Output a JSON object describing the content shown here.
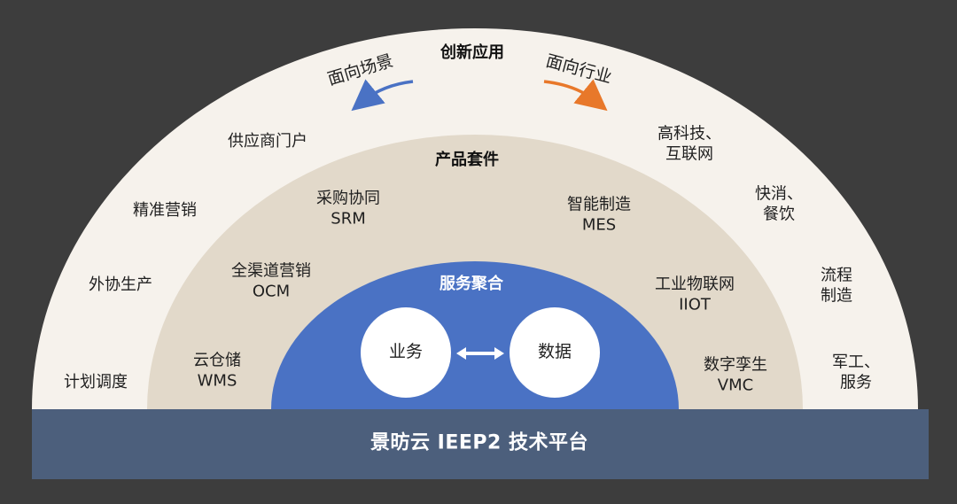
{
  "top": {
    "title": "创新应用",
    "left_arrow_label": "面向场景",
    "right_arrow_label": "面向行业"
  },
  "outer_left": [
    "供应商门户",
    "精准营销",
    "外协生产",
    "计划调度"
  ],
  "outer_right": [
    [
      "高科技、",
      "互联网"
    ],
    [
      "快消、",
      "餐饮"
    ],
    [
      "流程",
      "制造"
    ],
    [
      "军工、",
      "服务"
    ]
  ],
  "middle": {
    "title": "产品套件",
    "items": [
      [
        "采购协同",
        "SRM"
      ],
      [
        "全渠道营销",
        "OCM"
      ],
      [
        "云仓储",
        "WMS"
      ],
      [
        "智能制造",
        "MES"
      ],
      [
        "工业物联网",
        "IIOT"
      ],
      [
        "数字孪生",
        "VMC"
      ]
    ]
  },
  "inner": {
    "title": "服务聚合",
    "left_circle": "业务",
    "right_circle": "数据"
  },
  "platform": "景昉云 IEEP2 技术平台",
  "colors": {
    "background": "#3d3d3d",
    "outer_ring": "#f6f2ec",
    "middle_ring": "#e2d9ca",
    "inner_core": "#4a72c4",
    "platform_bar": "#4c5f7c",
    "left_arrow": "#4a72c4",
    "right_arrow": "#e8782a"
  }
}
